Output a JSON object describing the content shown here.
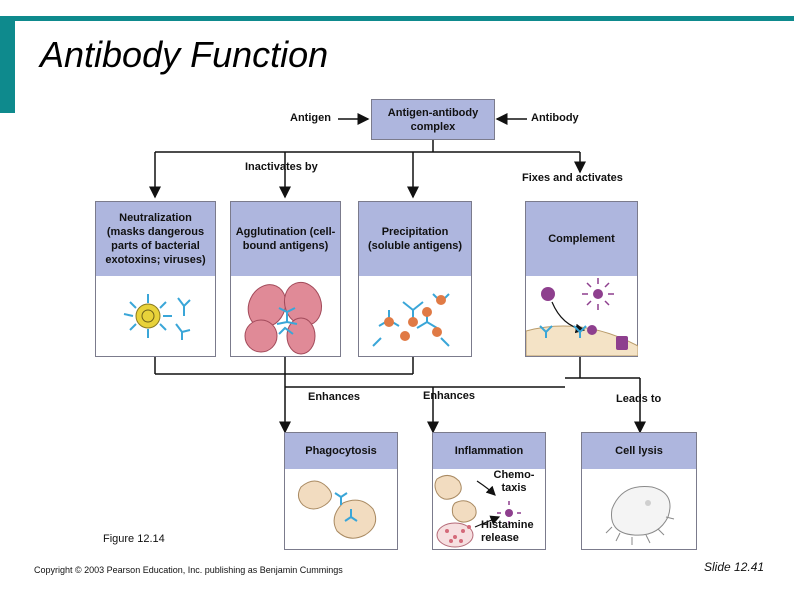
{
  "slide": {
    "title": "Antibody Function",
    "caption": "Figure 12.14",
    "copyright": "Copyright © 2003 Pearson Education, Inc. publishing as Benjamin Cummings",
    "slide_number": "Slide 12.41"
  },
  "diagram": {
    "antigen_label": "Antigen",
    "antibody_label": "Antibody",
    "complex_label": "Antigen-antibody complex",
    "inactivates_label": "Inactivates by",
    "fixes_label": "Fixes and activates",
    "neutralization": "Neutralization (masks dangerous parts of bacterial exotoxins; viruses)",
    "agglutination": "Agglutination (cell-bound antigens)",
    "precipitation": "Precipitation (soluble antigens)",
    "complement": "Complement",
    "enhances_left": "Enhances",
    "enhances_mid": "Enhances",
    "leads_to": "Leads to",
    "phagocytosis": "Phagocytosis",
    "inflammation": "Inflammation",
    "cell_lysis": "Cell lysis",
    "chemotaxis": "Chemo-taxis",
    "histamine": "Histamine release"
  },
  "colors": {
    "accent": "#0e8a8d",
    "box_header": "#aeb6de",
    "antibody": "#3aa6d8",
    "red_cell": "#e08a97",
    "antigen_orange": "#e07a45",
    "complement_purple": "#8e3f8e"
  }
}
